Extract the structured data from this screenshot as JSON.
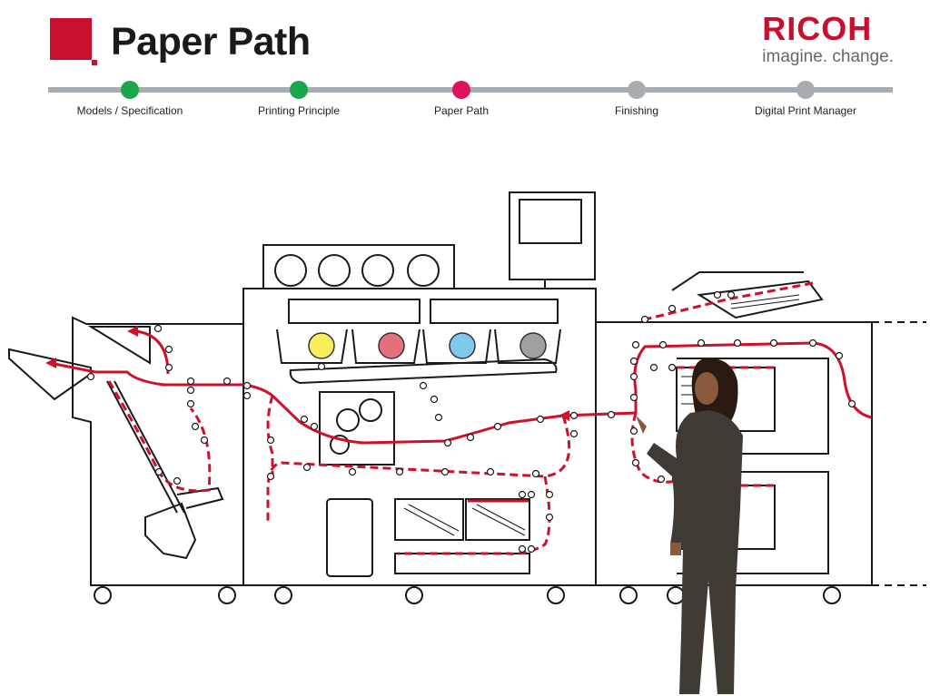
{
  "header": {
    "title": "Paper Path",
    "brand_name": "RICOH",
    "brand_tagline": "imagine. change."
  },
  "colors": {
    "brand_red": "#c8102e",
    "step_done": "#1aa64a",
    "step_current": "#e0115f",
    "step_pending": "#a7acb1",
    "toner_yellow": "#f7ef5a",
    "toner_magenta": "#e4707e",
    "toner_cyan": "#7fc8ee",
    "toner_black": "#a0a0a0",
    "paper_path": "#d0102a"
  },
  "steps": [
    {
      "label": "Models / Specification",
      "status": "done"
    },
    {
      "label": "Printing Principle",
      "status": "done"
    },
    {
      "label": "Paper Path",
      "status": "current"
    },
    {
      "label": "Finishing",
      "status": "pending"
    },
    {
      "label": "Digital Print Manager",
      "status": "pending"
    }
  ]
}
